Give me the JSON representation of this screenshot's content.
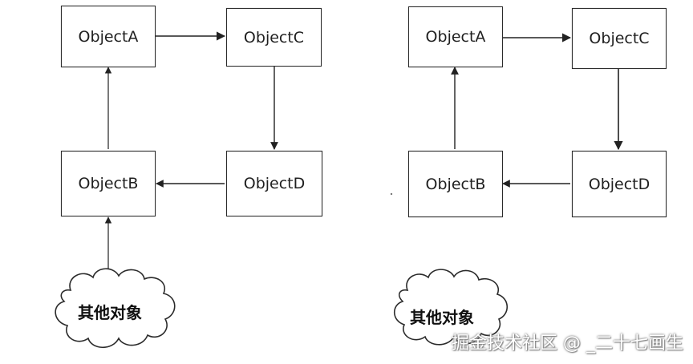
{
  "diagrams": [
    {
      "nodes": {
        "a": "ObjectA",
        "b": "ObjectB",
        "c": "ObjectC",
        "d": "ObjectD"
      },
      "cloud_label": "其他对象"
    },
    {
      "nodes": {
        "a": "ObjectA",
        "b": "ObjectB",
        "c": "ObjectC",
        "d": "ObjectD"
      },
      "cloud_label": "其他对象"
    }
  ],
  "watermark": "掘金技术社区 @ _二十七画生"
}
